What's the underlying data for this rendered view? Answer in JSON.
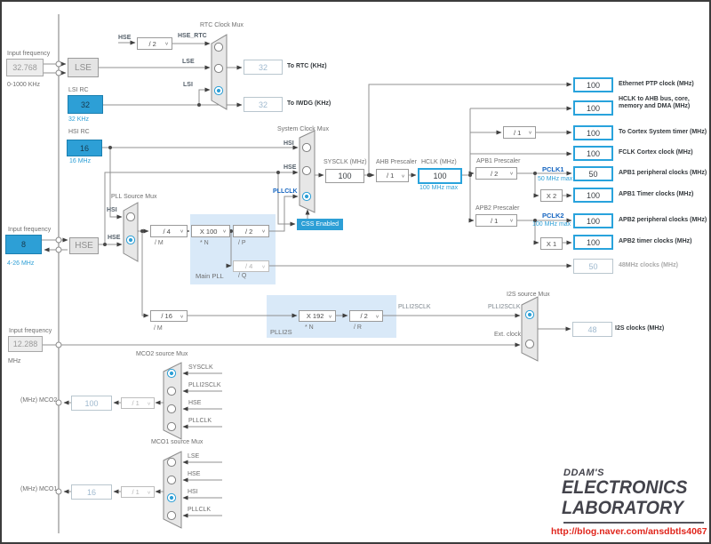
{
  "colors": {
    "accent_blue": "#2d9fd6",
    "blue_border": "#29a3dc",
    "panel_blue": "#d9e9f8",
    "dark_blue": "#1565c0",
    "wire": "#909090"
  },
  "inputs": {
    "lse": {
      "label": "Input frequency",
      "value": "32.768",
      "range": "0-1000 KHz"
    },
    "hse": {
      "label": "Input frequency",
      "value": "8",
      "range": "4-26 MHz"
    },
    "i2s_ckin": {
      "label": "Input frequency",
      "value": "12.288",
      "unit": "MHz"
    }
  },
  "osc": {
    "lse": "LSE",
    "hse": "HSE",
    "lsi_title": "LSI RC",
    "lsi_value": "32",
    "lsi_freq": "32 KHz",
    "hsi_title": "HSI RC",
    "hsi_value": "16",
    "hsi_freq": "16 MHz"
  },
  "rtc": {
    "title": "RTC Clock Mux",
    "hse": "HSE",
    "hse_div": "/ 2",
    "hse_rtc": "HSE_RTC",
    "lse": "LSE",
    "lsi": "LSI",
    "to_rtc_value": "32",
    "to_rtc_label": "To RTC (KHz)",
    "to_iwdg_value": "32",
    "to_iwdg_label": "To IWDG (KHz)"
  },
  "pllmux": {
    "title": "PLL Source Mux",
    "hsi": "HSI",
    "hse": "HSE"
  },
  "pll": {
    "title": "Main PLL",
    "m": "/ 4",
    "m_label": "/ M",
    "n": "X 100",
    "n_label": "* N",
    "p": "/ 2",
    "p_label": "/ P",
    "q": "/ 4",
    "q_label": "/ Q"
  },
  "sysmux": {
    "title": "System Clock Mux",
    "hsi": "HSI",
    "hse": "HSE",
    "pllclk": "PLLCLK",
    "css": "CSS Enabled"
  },
  "sysclk": {
    "label": "SYSCLK (MHz)",
    "value": "100"
  },
  "ahb": {
    "label": "AHB Prescaler",
    "value": "/ 1"
  },
  "hclk": {
    "label": "HCLK (MHz)",
    "value": "100",
    "max": "100 MHz max"
  },
  "cortex": {
    "div": "/ 1"
  },
  "apb1": {
    "label": "APB1 Prescaler",
    "div": "/ 2",
    "pclk": "PCLK1",
    "max": "50 MHz max",
    "mult": "X 2"
  },
  "apb2": {
    "label": "APB2 Prescaler",
    "div": "/ 1",
    "pclk": "PCLK2",
    "max": "100 MHz max",
    "mult": "X 1"
  },
  "outputs": [
    {
      "value": "100",
      "label": "Ethernet PTP clock (MHz)"
    },
    {
      "value": "100",
      "label": "HCLK to AHB bus, core, memory and DMA (MHz)"
    },
    {
      "value": "100",
      "label": "To Cortex System timer (MHz)"
    },
    {
      "value": "100",
      "label": "FCLK Cortex clock (MHz)"
    },
    {
      "value": "50",
      "label": "APB1 peripheral clocks (MHz)"
    },
    {
      "value": "100",
      "label": "APB1 Timer clocks (MHz)"
    },
    {
      "value": "100",
      "label": "APB2 peripheral clocks (MHz)"
    },
    {
      "value": "100",
      "label": "APB2 timer clocks (MHz)"
    },
    {
      "value": "50",
      "label": "48MHz clocks (MHz)"
    }
  ],
  "i2s": {
    "m": "/ 16",
    "m_label": "/ M",
    "block": "PLLI2S",
    "n": "X 192",
    "n_label": "* N",
    "r": "/ 2",
    "r_label": "/ R",
    "plli2sclk_out": "PLLI2SCLK",
    "mux_title": "I2S source Mux",
    "in_pll": "PLLI2SCLK",
    "in_ext": "Ext. clock",
    "out_value": "48",
    "out_label": "I2S clocks (MHz)"
  },
  "mco2": {
    "title": "MCO2 source Mux",
    "inputs": [
      "SYSCLK",
      "PLLI2SCLK",
      "HSE",
      "PLLCLK"
    ],
    "div": "/ 1",
    "value": "100",
    "label": "(MHz) MCO2"
  },
  "mco1": {
    "title": "MCO1 source Mux",
    "inputs": [
      "LSE",
      "HSE",
      "HSI",
      "PLLCLK"
    ],
    "div": "/ 1",
    "value": "16",
    "label": "(MHz) MCO1"
  },
  "logo": {
    "line1": "DDAM'S",
    "line2": "ELECTRONICS",
    "line3": "LABORATORY",
    "url": "http://blog.naver.com/ansdbtls4067"
  }
}
